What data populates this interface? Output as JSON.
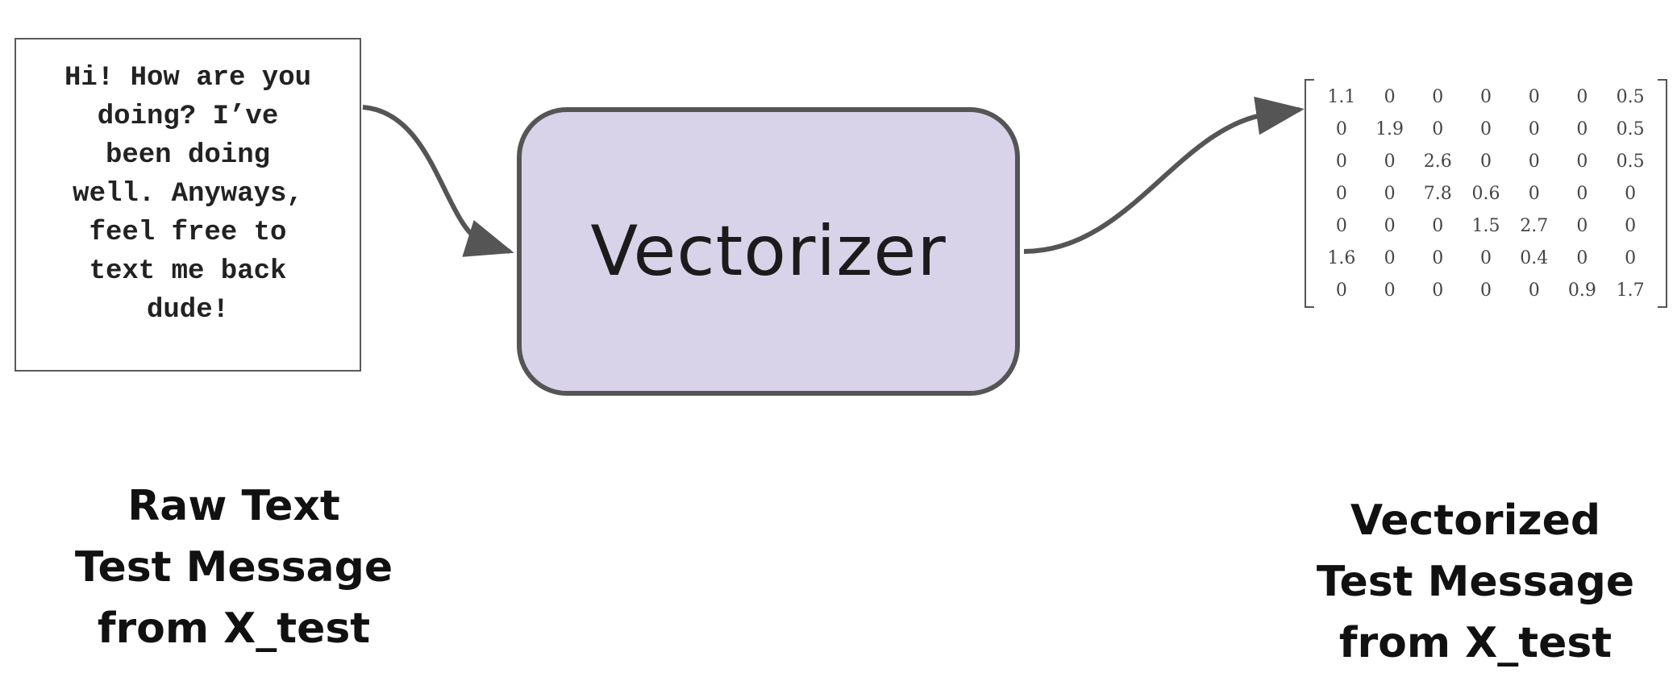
{
  "raw_text_box": {
    "text": "Hi! How are you\ndoing? I’ve\nbeen doing\nwell. Anyways,\nfeel free to\ntext me back\ndude!"
  },
  "vectorizer": {
    "label": "Vectorizer"
  },
  "matrix": {
    "rows": [
      [
        "1.1",
        "0",
        "0",
        "0",
        "0",
        "0",
        "0.5"
      ],
      [
        "0",
        "1.9",
        "0",
        "0",
        "0",
        "0",
        "0.5"
      ],
      [
        "0",
        "0",
        "2.6",
        "0",
        "0",
        "0",
        "0.5"
      ],
      [
        "0",
        "0",
        "7.8",
        "0.6",
        "0",
        "0",
        "0"
      ],
      [
        "0",
        "0",
        "0",
        "1.5",
        "2.7",
        "0",
        "0"
      ],
      [
        "1.6",
        "0",
        "0",
        "0",
        "0.4",
        "0",
        "0"
      ],
      [
        "0",
        "0",
        "0",
        "0",
        "0",
        "0.9",
        "1.7"
      ]
    ]
  },
  "captions": {
    "left": "Raw Text\nTest Message\nfrom X_test",
    "right": "Vectorized\nTest Message\nfrom X_test"
  },
  "colors": {
    "vectorizer_fill": "#d9d3ea",
    "arrow": "#555555"
  }
}
